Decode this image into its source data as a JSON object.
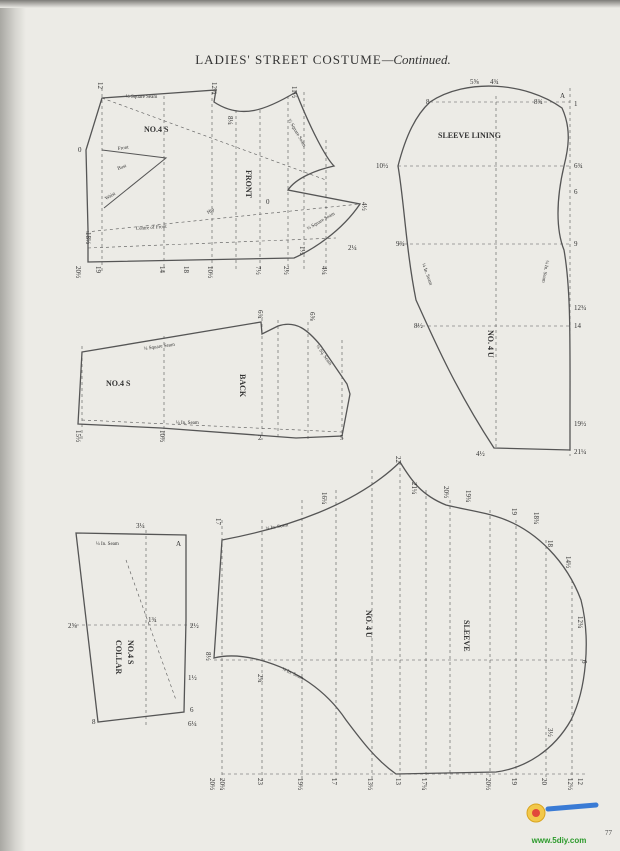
{
  "header": {
    "title": "LADIES' STREET COSTUME",
    "continued": "—Continued."
  },
  "front": {
    "piece_no": "NO.4 S",
    "name": "FRONT",
    "labels": [
      "½ Square Seam",
      "Front",
      "Bust",
      "Waist",
      "Hip",
      "½ Square Seam",
      "Centre of Front",
      "¼ Square Seam"
    ],
    "top": [
      "12",
      "12¼",
      "11½"
    ],
    "right": [
      "8¼",
      "4½",
      "2¼"
    ],
    "left": [
      "0"
    ],
    "bottom": [
      "20½",
      "18½",
      "19",
      "14",
      "18",
      "10½",
      "7½",
      "2½",
      "1½",
      "4¼",
      "0"
    ]
  },
  "back": {
    "piece_no": "NO.4 S",
    "name": "BACK",
    "labels": [
      "¼ Square Seam",
      "¼ Sq. Seam",
      "¼ In. Seam"
    ],
    "top": [
      "6¾",
      "6⅝"
    ],
    "bottom": [
      "15½",
      "10½",
      "2",
      "5"
    ]
  },
  "sleeve_lining": {
    "piece_no": "NO. 4 U",
    "name": "SLEEVE LINING",
    "top": [
      "5⅝",
      "4¾"
    ],
    "right": [
      "A",
      "1",
      "6¾",
      "6",
      "9",
      "12¾",
      "14",
      "19½",
      "21¼"
    ],
    "left": [
      "8",
      "8¾",
      "10½",
      "9¾",
      "8½",
      "4½"
    ],
    "labels": [
      "¼ In. Seam",
      "¼ In. Seam"
    ]
  },
  "collar": {
    "piece_no": "NO.4 S",
    "name": "COLLAR",
    "top": [
      "3¼",
      "A"
    ],
    "labels": [
      "¼ In. Seam"
    ],
    "marks": [
      "2⅝",
      "1¾",
      "2½",
      "1½",
      "6",
      "6¼",
      "8"
    ]
  },
  "sleeve": {
    "piece_no": "NO. 4 U",
    "name": "SLEEVE",
    "top": [
      "22",
      "21¼",
      "20½",
      "19¾",
      "19",
      "18¾",
      "18",
      "14½",
      "12¾",
      "6",
      "3½"
    ],
    "left": [
      "17",
      "8½",
      "2¾"
    ],
    "labels": [
      "¼ In. Seam",
      "¼ In. Seam"
    ],
    "upper": [
      "16¼"
    ],
    "bottom": [
      "20½",
      "20¼",
      "23",
      "19½",
      "17",
      "13½",
      "13",
      "17¼",
      "20½",
      "19",
      "20",
      "12½",
      "12"
    ]
  },
  "footer": {
    "page_number": "77",
    "watermark_url": "www.5diy.com"
  }
}
